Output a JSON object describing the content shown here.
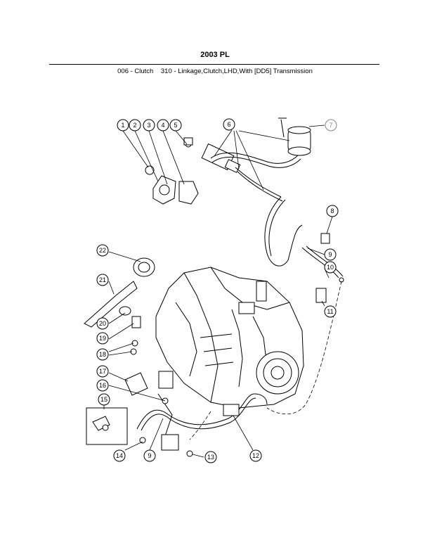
{
  "header": {
    "title": "2003 PL",
    "subtitle": "006 - Clutch    310 - Linkage,Clutch,LHD,With [DD5] Transmission"
  },
  "callouts": [
    "1",
    "2",
    "3",
    "4",
    "5",
    "6",
    "7",
    "8",
    "9",
    "10",
    "11",
    "12",
    "13",
    "14",
    "9",
    "16",
    "17",
    "18",
    "19",
    "20",
    "21",
    "22",
    "15"
  ]
}
